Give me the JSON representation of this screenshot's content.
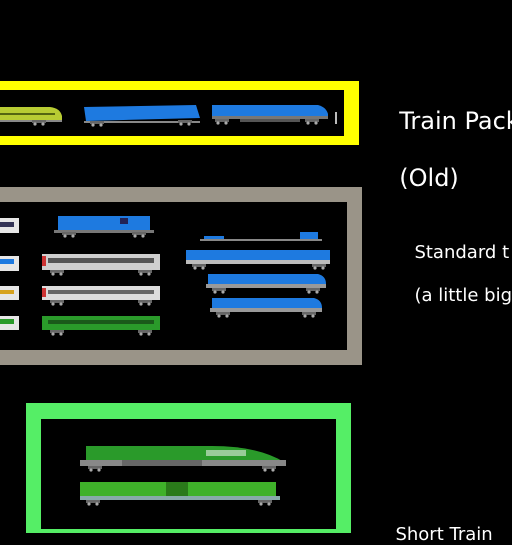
{
  "colors": {
    "background": "#000000",
    "old_frame": "#ffff00",
    "standard_frame": "#9a9488",
    "short_frame": "#55ee66",
    "train_blue": "#1e7ae0",
    "train_lime": "#b8cc33",
    "train_green": "#2a9a2a",
    "train_grey": "#c8c8c8"
  },
  "sections": {
    "old": {
      "line1": "Train Pack",
      "line2": "(Old)"
    },
    "standard": {
      "line1": "Standard t",
      "line2": "(a little big"
    },
    "short": {
      "line1": "Short Train"
    }
  }
}
